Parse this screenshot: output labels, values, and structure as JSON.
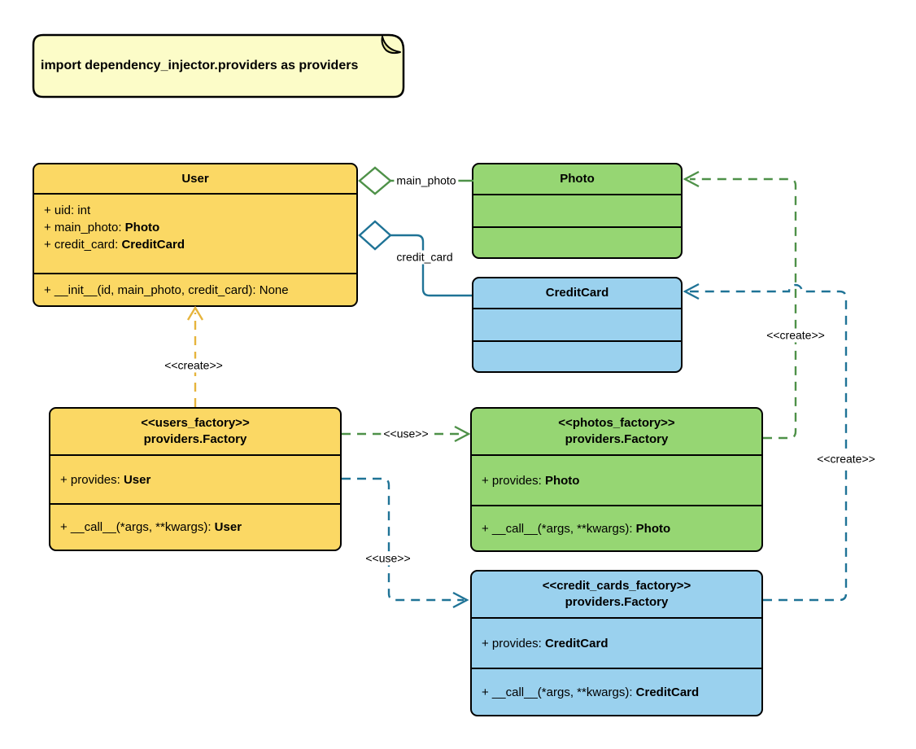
{
  "note": {
    "text": "import dependency_injector.providers as providers"
  },
  "classes": {
    "user": {
      "name": "User",
      "attributes": [
        {
          "text": "+ uid: int",
          "bold": ""
        },
        {
          "text": "+ main_photo: ",
          "bold": "Photo"
        },
        {
          "text": "+ credit_card: ",
          "bold": "CreditCard"
        }
      ],
      "methods": [
        {
          "text": "+ __init__(id, main_photo, credit_card): None",
          "bold": ""
        }
      ]
    },
    "photo": {
      "name": "Photo"
    },
    "credit_card": {
      "name": "CreditCard"
    },
    "users_factory": {
      "stereotype": "<<users_factory>>",
      "name": "providers.Factory",
      "attributes": [
        {
          "text": "+ provides: ",
          "bold": "User"
        }
      ],
      "methods": [
        {
          "text": "+ __call__(*args, **kwargs): ",
          "bold": "User"
        }
      ]
    },
    "photos_factory": {
      "stereotype": "<<photos_factory>>",
      "name": "providers.Factory",
      "attributes": [
        {
          "text": "+ provides: ",
          "bold": "Photo"
        }
      ],
      "methods": [
        {
          "text": "+ __call__(*args, **kwargs): ",
          "bold": "Photo"
        }
      ]
    },
    "credit_cards_factory": {
      "stereotype": "<<credit_cards_factory>>",
      "name": "providers.Factory",
      "attributes": [
        {
          "text": "+ provides: ",
          "bold": "CreditCard"
        }
      ],
      "methods": [
        {
          "text": "+ __call__(*args, **kwargs): ",
          "bold": "CreditCard"
        }
      ]
    }
  },
  "edges": {
    "user_photo": {
      "type": "aggregation",
      "label": "main_photo"
    },
    "user_credit_card": {
      "type": "aggregation",
      "label": "credit_card"
    },
    "users_factory_to_user": {
      "type": "create",
      "label": "<<create>>"
    },
    "users_factory_to_photos_factory": {
      "type": "use",
      "label": "<<use>>"
    },
    "users_factory_to_credit_cards_factory": {
      "type": "use",
      "label": "<<use>>"
    },
    "photos_factory_to_photo": {
      "type": "create",
      "label": "<<create>>"
    },
    "credit_cards_factory_to_credit_card": {
      "type": "create",
      "label": "<<create>>"
    }
  },
  "colors": {
    "box-yellow": "#FBD864",
    "box-green": "#96D673",
    "box-blue": "#9AD1EE",
    "note-fill": "#FCFCC8",
    "note-fold": "#E4E49A",
    "edge-green": "#4E9148",
    "edge-blue": "#1F7396",
    "edge-yellow": "#E6B43C"
  }
}
